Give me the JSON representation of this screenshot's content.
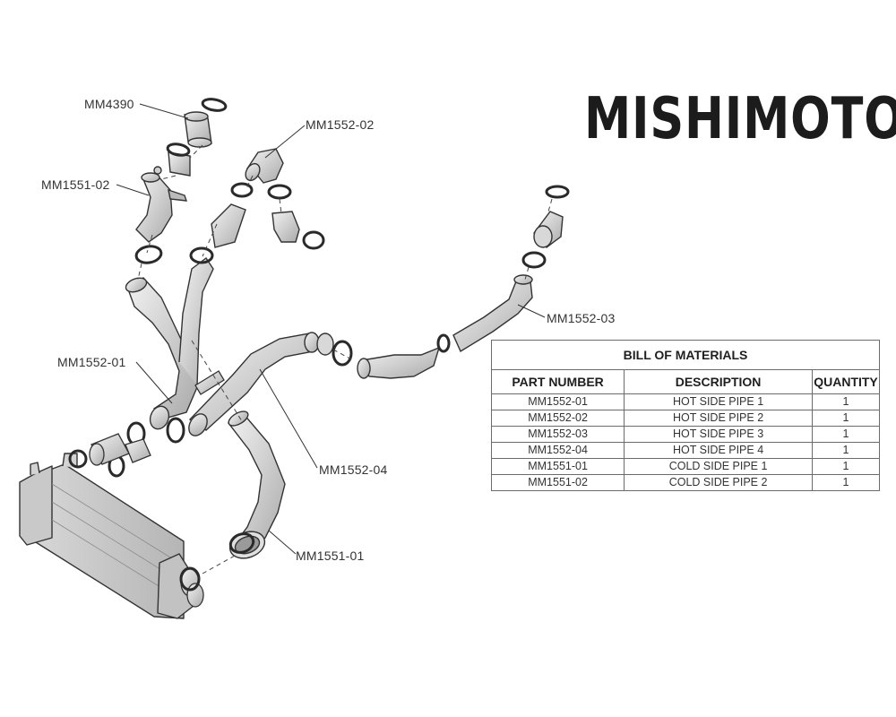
{
  "brand": {
    "logo_text": "MISHIMOTO"
  },
  "callouts": [
    {
      "id": "mm4390",
      "label": "MM4390"
    },
    {
      "id": "mm1551_02",
      "label": "MM1551-02"
    },
    {
      "id": "mm1552_02",
      "label": "MM1552-02"
    },
    {
      "id": "mm1552_03",
      "label": "MM1552-03"
    },
    {
      "id": "mm1552_01",
      "label": "MM1552-01"
    },
    {
      "id": "mm1552_04",
      "label": "MM1552-04"
    },
    {
      "id": "mm1551_01",
      "label": "MM1551-01"
    }
  ],
  "bom": {
    "title": "BILL OF MATERIALS",
    "headers": [
      "PART NUMBER",
      "DESCRIPTION",
      "QUANTITY"
    ],
    "rows": [
      [
        "MM1552-01",
        "HOT SIDE PIPE 1",
        "1"
      ],
      [
        "MM1552-02",
        "HOT SIDE PIPE 2",
        "1"
      ],
      [
        "MM1552-03",
        "HOT SIDE PIPE 3",
        "1"
      ],
      [
        "MM1552-04",
        "HOT SIDE PIPE 4",
        "1"
      ],
      [
        "MM1551-01",
        "COLD SIDE PIPE 1",
        "1"
      ],
      [
        "MM1551-02",
        "COLD SIDE PIPE 2",
        "1"
      ]
    ]
  }
}
